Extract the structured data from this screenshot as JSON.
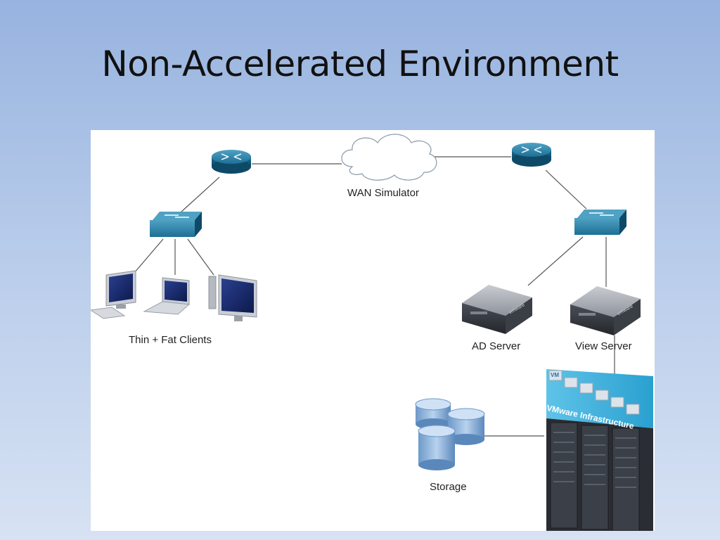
{
  "slide": {
    "title": "Non-Accelerated Environment"
  },
  "diagram": {
    "labels": {
      "wan_simulator": "WAN Simulator",
      "clients": "Thin + Fat Clients",
      "ad_server": "AD Server",
      "view_server": "View Server",
      "storage": "Storage",
      "vmware_infrastructure": "VMware Infrastructure",
      "vm_tag": "VM",
      "vmware_brand": "vmware"
    }
  }
}
